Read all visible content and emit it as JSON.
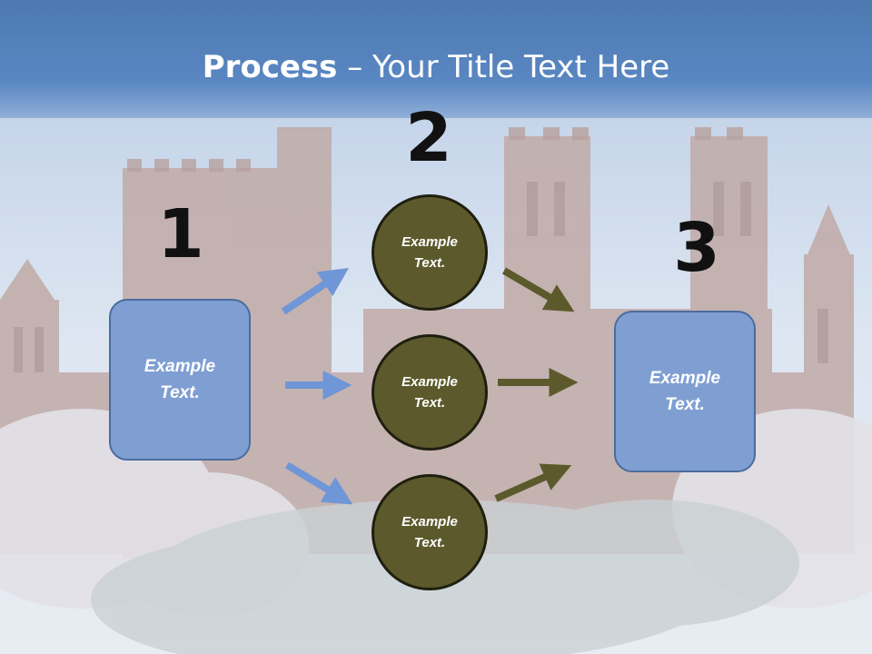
{
  "slide": {
    "title_bold": "Process",
    "title_rest": " – Your Title Text Here"
  },
  "steps": {
    "one": "1",
    "two": "2",
    "three": "3"
  },
  "left_box": {
    "text": "Example\nText."
  },
  "right_box": {
    "text": "Example\nText."
  },
  "circles": [
    {
      "text": "Example\nText."
    },
    {
      "text": "Example\nText."
    },
    {
      "text": "Example\nText."
    }
  ],
  "colors": {
    "box_fill": "#7f9fd2",
    "circle_fill": "#5c5a2c",
    "blue_arrow": "#6f96d6",
    "olive_arrow": "#5c5a2c",
    "title_band": "#5a87c2"
  }
}
